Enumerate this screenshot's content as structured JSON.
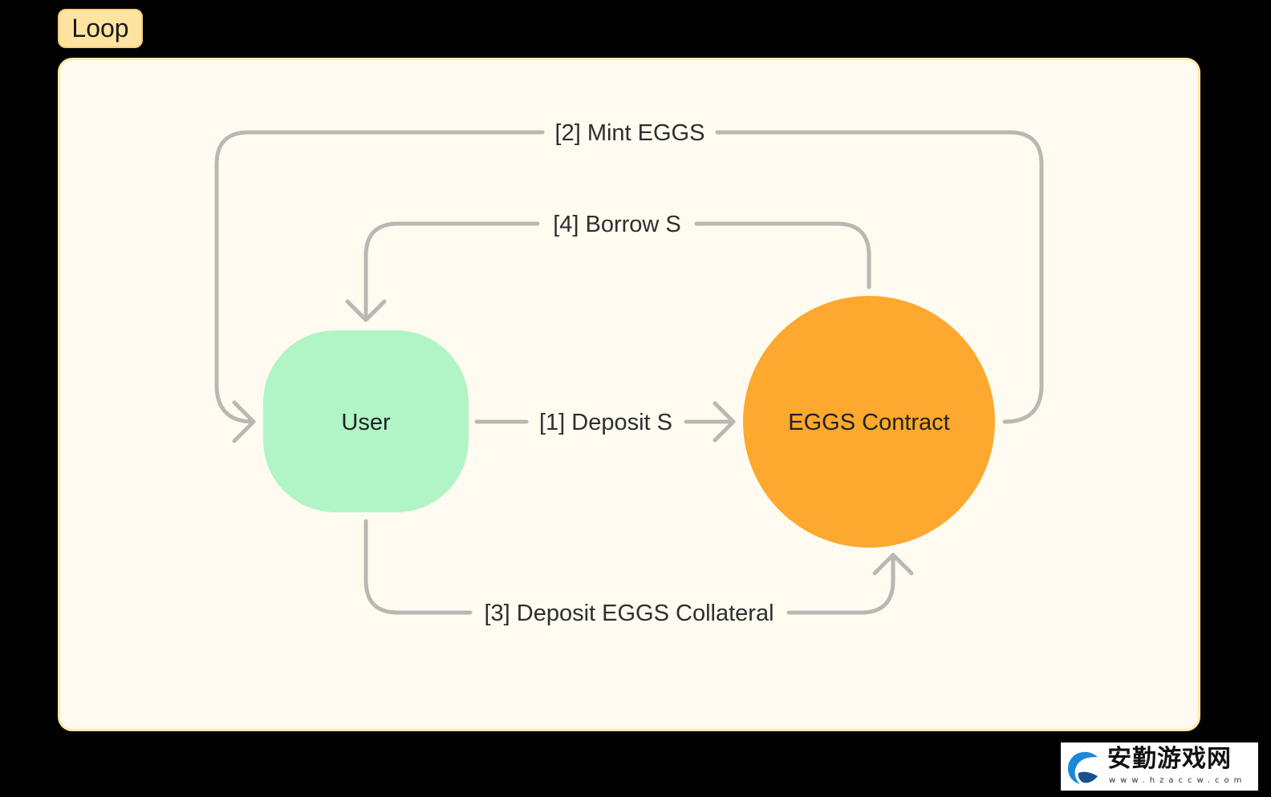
{
  "tag": {
    "label": "Loop"
  },
  "nodes": {
    "user": {
      "label": "User",
      "color": "#b1f4c6"
    },
    "contract": {
      "label": "EGGS Contract",
      "color": "#fda82f"
    }
  },
  "edges": {
    "deposit_s": {
      "label": "[1] Deposit S"
    },
    "mint_eggs": {
      "label": "[2] Mint EGGS"
    },
    "deposit_collateral": {
      "label": "[3] Deposit EGGS Collateral"
    },
    "borrow_s": {
      "label": "[4] Borrow S"
    }
  },
  "colors": {
    "background": "#000000",
    "panel": "#fffbf0",
    "panel_border": "#ffe9a8",
    "tag": "#ffe4a1",
    "arrow": "#b8b8b4"
  },
  "watermark": {
    "name": "安勤游戏网",
    "url": "www.hzaccw.com"
  }
}
